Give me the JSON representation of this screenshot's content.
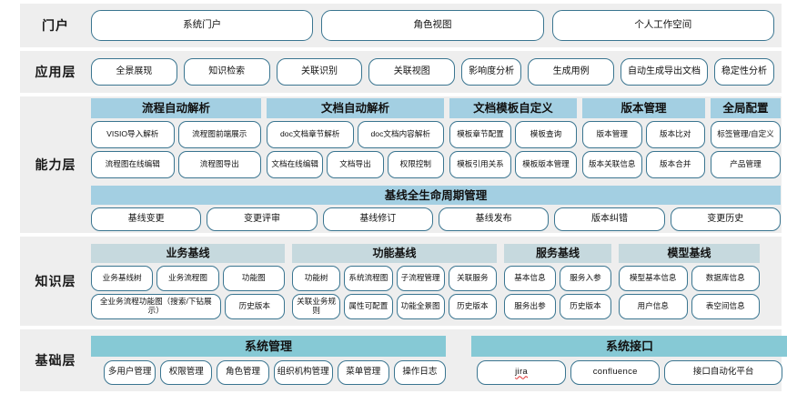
{
  "colors": {
    "row_background": "#eeeeee",
    "pill_border": "#3a7590",
    "capability_header": "#a3cfe2",
    "knowledge_header": "#c6d9de",
    "foundation_header": "#86c9d5",
    "page_background": "#ffffff"
  },
  "layers": [
    {
      "id": "portal",
      "label": "门户",
      "items": [
        "系统门户",
        "角色视图",
        "个人工作空间"
      ]
    },
    {
      "id": "application",
      "label": "应用层",
      "items": [
        "全景展现",
        "知识检索",
        "关联识别",
        "关联视图",
        "影响度分析",
        "生成用例",
        "自动生成导出文档",
        "稳定性分析"
      ]
    },
    {
      "id": "capability",
      "label": "能力层",
      "groups": [
        {
          "title": "流程自动解析",
          "rows": [
            [
              "VISIO导入解析",
              "流程图前端展示"
            ],
            [
              "流程图在线编辑",
              "流程图导出"
            ]
          ]
        },
        {
          "title": "文档自动解析",
          "rows": [
            [
              "doc文档章节解析",
              "doc文档内容解析"
            ],
            [
              "文档在线编辑",
              "文档导出",
              "权限控制"
            ]
          ]
        },
        {
          "title": "文档模板自定义",
          "rows": [
            [
              "模板章节配置",
              "模板查询"
            ],
            [
              "模板引用关系",
              "模板版本管理"
            ]
          ]
        },
        {
          "title": "版本管理",
          "rows": [
            [
              "版本管理",
              "版本比对"
            ],
            [
              "版本关联信息",
              "版本合并"
            ]
          ]
        },
        {
          "title": "全局配置",
          "rows": [
            [
              "标签管理/自定义"
            ],
            [
              "产品管理"
            ]
          ]
        }
      ],
      "lifecycle": {
        "title": "基线全生命周期管理",
        "items": [
          "基线变更",
          "变更评审",
          "基线修订",
          "基线发布",
          "版本纠错",
          "变更历史"
        ]
      }
    },
    {
      "id": "knowledge",
      "label": "知识层",
      "groups": [
        {
          "title": "业务基线",
          "rows": [
            [
              "业务基线树",
              "业务流程图",
              "功能图"
            ],
            [
              "全业务流程功能图（搜索/下钻展示）",
              "历史版本"
            ]
          ]
        },
        {
          "title": "功能基线",
          "rows": [
            [
              "功能树",
              "系统流程图",
              "子流程管理",
              "关联服务"
            ],
            [
              "关联业务规则",
              "属性可配置",
              "功能全景图",
              "历史版本"
            ]
          ]
        },
        {
          "title": "服务基线",
          "rows": [
            [
              "基本信息",
              "服务入参"
            ],
            [
              "服务出参",
              "历史版本"
            ]
          ]
        },
        {
          "title": "模型基线",
          "rows": [
            [
              "模型基本信息",
              "数据库信息"
            ],
            [
              "用户信息",
              "表空间信息"
            ]
          ]
        }
      ]
    },
    {
      "id": "foundation",
      "label": "基础层",
      "groups": [
        {
          "title": "系统管理",
          "rows": [
            [
              "多用户管理",
              "权限管理",
              "角色管理",
              "组织机构管理",
              "菜单管理",
              "操作日志"
            ]
          ]
        },
        {
          "title": "系统接口",
          "rows": [
            [
              "jira",
              "confluence",
              "接口自动化平台"
            ]
          ]
        }
      ]
    }
  ]
}
